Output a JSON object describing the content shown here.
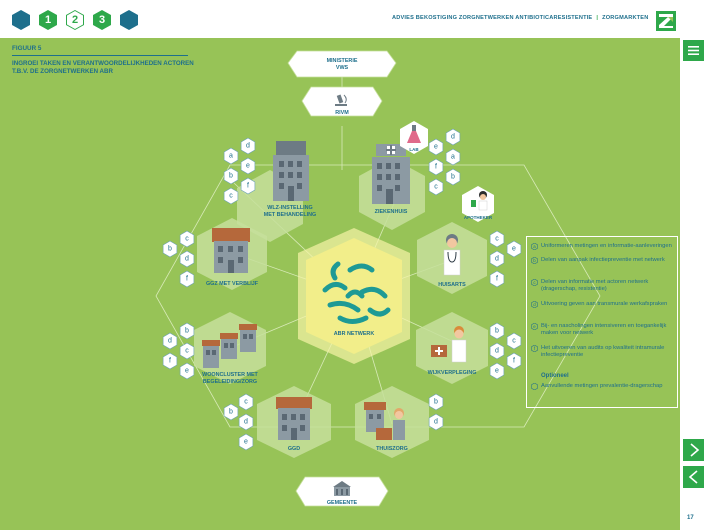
{
  "header": {
    "nav": [
      {
        "label": "",
        "style": "dark"
      },
      {
        "label": "1",
        "style": "green"
      },
      {
        "label": "2",
        "style": "outline"
      },
      {
        "label": "3",
        "style": "green"
      },
      {
        "label": "",
        "style": "dark"
      }
    ],
    "title": "ADVIES BEKOSTIGING ZORGNETWERKEN ANTIBIOTICARESISTENTIE",
    "section": "ZORGMARKTEN"
  },
  "figure": {
    "label": "FIGUUR 5",
    "title": "INGROEI TAKEN EN VERANTWOORDELIJKHEDEN ACTOREN T.B.V. DE ZORGNETWERKEN ABR"
  },
  "diagram": {
    "top_nodes": [
      {
        "id": "ministerie",
        "label_lines": [
          "MINISTERIE",
          "VWS"
        ]
      },
      {
        "id": "rivm",
        "label_lines": [
          "RIVM"
        ]
      }
    ],
    "center": {
      "label": "ABR NETWERK"
    },
    "actors": [
      {
        "id": "wlz",
        "label_lines": [
          "WLZ-INSTELLING",
          "MET BEHANDELING"
        ],
        "letters": [
          "d",
          "a",
          "e",
          "b",
          "f",
          "c"
        ]
      },
      {
        "id": "ziekenhuis",
        "label_lines": [
          "ZIEKENHUIS"
        ],
        "letters": [
          "d",
          "e",
          "a",
          "f",
          "b",
          "c"
        ]
      },
      {
        "id": "lab",
        "label_lines": [
          "LAB"
        ],
        "letters": []
      },
      {
        "id": "apotheker",
        "label_lines": [
          "APOTHEKER"
        ],
        "letters": []
      },
      {
        "id": "ggz",
        "label_lines": [
          "GGZ MET VERBLIJF"
        ],
        "letters": [
          "b",
          "c",
          "d",
          "f"
        ]
      },
      {
        "id": "huisarts",
        "label_lines": [
          "HUISARTS"
        ],
        "letters": [
          "c",
          "d",
          "e",
          "f"
        ]
      },
      {
        "id": "woon",
        "label_lines": [
          "WOONCLUSTER MET",
          "BEGELEIDING/ZORG"
        ],
        "letters": [
          "b",
          "c",
          "d",
          "e",
          "f"
        ]
      },
      {
        "id": "wijk",
        "label_lines": [
          "WIJKVERPLEGING"
        ],
        "letters": [
          "b",
          "d",
          "c",
          "e",
          "f"
        ]
      },
      {
        "id": "ggd",
        "label_lines": [
          "GGD"
        ],
        "letters": [
          "c",
          "b",
          "d",
          "e"
        ]
      },
      {
        "id": "thuiszorg",
        "label_lines": [
          "THUISZORG"
        ],
        "letters": [
          "b",
          "d"
        ]
      },
      {
        "id": "gemeente",
        "label_lines": [
          "GEMEENTE"
        ],
        "letters": []
      }
    ]
  },
  "legend": {
    "items": [
      {
        "letter": "a",
        "text": "Uniformeren metingen en informatie-aanleveringen"
      },
      {
        "letter": "b",
        "text": "Delen van aanpak infectiepreventie met netwerk"
      },
      {
        "letter": "c",
        "text": "Delen van informatie met actoren netwerk (dragerschap, resistentie)"
      },
      {
        "letter": "d",
        "text": "Uitvoering geven aan transmurale werkafspraken"
      },
      {
        "letter": "e",
        "text": "Bij- en nascholingen intensiveren en toegankelijk maken voor netwerk"
      },
      {
        "letter": "f",
        "text": "Het uitvoeren van audits op kwaliteit intramurale infectiepreventie"
      }
    ],
    "optional_heading": "Optioneel",
    "optional_item": {
      "text": "Aanvullende metingen prevalentie-dragerschap"
    }
  },
  "page_number": "17",
  "colors": {
    "background": "#97c357",
    "primary": "#1e6f8c",
    "accent_green": "#2ea84a",
    "center_yellow": "#f2ee8a",
    "node_fill": "#c5df9b"
  },
  "icons": {
    "menu": "hamburger-icon",
    "next": "chevron-right-icon",
    "prev": "chevron-left-icon"
  }
}
